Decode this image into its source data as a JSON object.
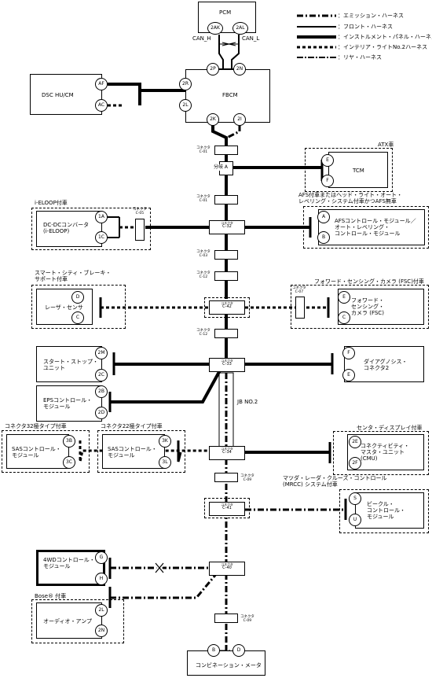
{
  "legend": {
    "emission": "：エミッション・ハーネス",
    "front": "：フロント・ハーネス",
    "instrument": "：インストルメント・パネル・ハーネス",
    "interior": "：インテリア・ライトNo.2ハーネス",
    "rear": "：リヤ・ハーネス"
  },
  "pcm": {
    "name": "PCM",
    "pin_h": "2AK",
    "pin_l": "2AL",
    "can_h": "CAN_H",
    "can_l": "CAN_L"
  },
  "fbcm": {
    "name": "FBCM",
    "pins": [
      "2P",
      "2N",
      "2R",
      "2L",
      "2K",
      "2I"
    ]
  },
  "dsc": {
    "name": "DSC HU/CM",
    "pins": [
      "AF",
      "AC"
    ]
  },
  "tcm": {
    "name": "TCM",
    "cond": "ATX車",
    "pins": [
      "E",
      "F"
    ]
  },
  "branch": "分岐 A",
  "conn_small": "コネクタ",
  "conns": {
    "c01a": "C-01",
    "c01b": "C-01",
    "c32": "C-32",
    "c03": "C-03",
    "c12a": "C-12",
    "c42": "C-42",
    "c12b": "C-12",
    "c33": "C-33",
    "c34": "C-34",
    "c09a": "C-09",
    "c41": "C-41",
    "c40": "C-40",
    "c09b": "C-09",
    "c05": "C-05",
    "c07": "C-07"
  },
  "dcdc": {
    "cond": "i-ELOOP付車",
    "name": "DC-DCコンバータ\n(i-ELOOP)",
    "pins": [
      "1A",
      "1C"
    ]
  },
  "afs": {
    "cond": "AFS付車またはヘッド・ライト・オート・\nレベリング・システム付車かつAFS無車",
    "name": "AFSコントロール・モジュール／\nオート・レベリング・\nコントロール・モジュール",
    "pins": [
      "A",
      "B"
    ]
  },
  "laser": {
    "cond": "スマート・シティ・ブレーキ・\nサポート付車",
    "name": "レーザ・センサ",
    "pins": [
      "D",
      "C"
    ]
  },
  "fsc": {
    "cond": "フォワード・センシング・カメラ (FSC)付車",
    "name": "フォワード・\nセンシング・\nカメラ (FSC)",
    "pins": [
      "E",
      "C"
    ]
  },
  "ss": {
    "name": "スタート・ストップ・\nユニット",
    "pins": [
      "2M",
      "2C"
    ]
  },
  "dlc": {
    "name": "ダイアグノシス・\nコネクタ2",
    "pins": [
      "F",
      "E"
    ]
  },
  "eps": {
    "name": "EPSコントロール・\nモジュール",
    "pins": [
      "2B",
      "2D"
    ]
  },
  "jb": "JB NO.2",
  "sas32": {
    "cond": "コネクタ32極タイプ付車",
    "name": "SASコントロール・\nモジュール",
    "pins": [
      "3B",
      "3C"
    ]
  },
  "sas22": {
    "cond": "コネクタ22極タイプ付車",
    "name": "SASコントロール・\nモジュール",
    "pins": [
      "3K",
      "3L"
    ]
  },
  "cmu": {
    "cond": "センタ・ディスプレイ付車",
    "name": "コネクティビティ・\nマスタ・ユニット\n(CMU)",
    "pins": [
      "2E",
      "2F"
    ]
  },
  "vcm": {
    "cond": "マツダ・レーダ・クルーズ・コントロール\n(MRCC) システム付車",
    "name": "ビークル・\nコントロール・\nモジュール",
    "pins": [
      "S",
      "U"
    ]
  },
  "awd": {
    "name": "4WDコントロール・\nモジュール",
    "pins": [
      "G",
      "H"
    ]
  },
  "bose": {
    "cond": "Bose® 付車",
    "name": "オーディオ・アンプ",
    "pins": [
      "2L",
      "2N"
    ]
  },
  "meter": {
    "name": "コンビネーション・メータ",
    "pins": [
      "B",
      "D"
    ]
  }
}
